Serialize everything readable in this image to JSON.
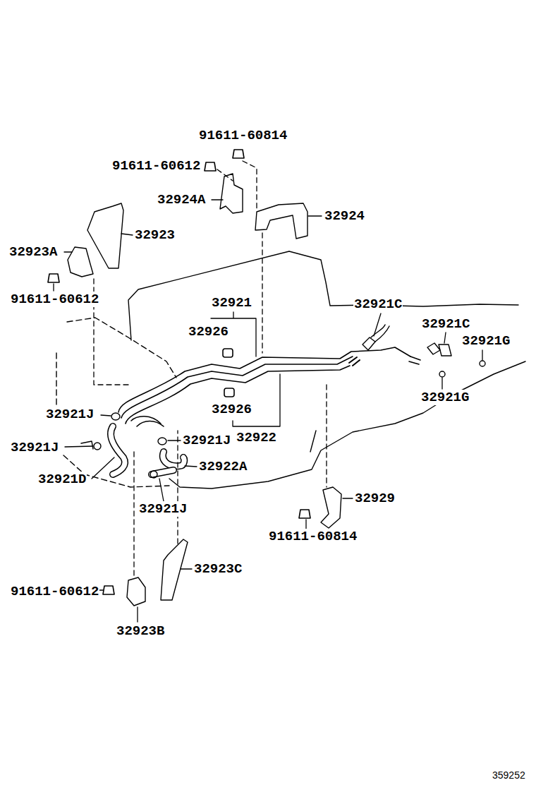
{
  "diagram": {
    "labels": [
      "91611-60814",
      "91611-60612",
      "32924A",
      "32924",
      "32923",
      "32923A",
      "91611-60612",
      "32921",
      "32921C",
      "32926",
      "32921C",
      "32921G",
      "32921G",
      "32921J",
      "32926",
      "32922",
      "32921J",
      "32921J",
      "32922A",
      "32921D",
      "32921J",
      "32929",
      "91611-60814",
      "32923C",
      "91611-60612",
      "32923B",
      "359252"
    ]
  }
}
